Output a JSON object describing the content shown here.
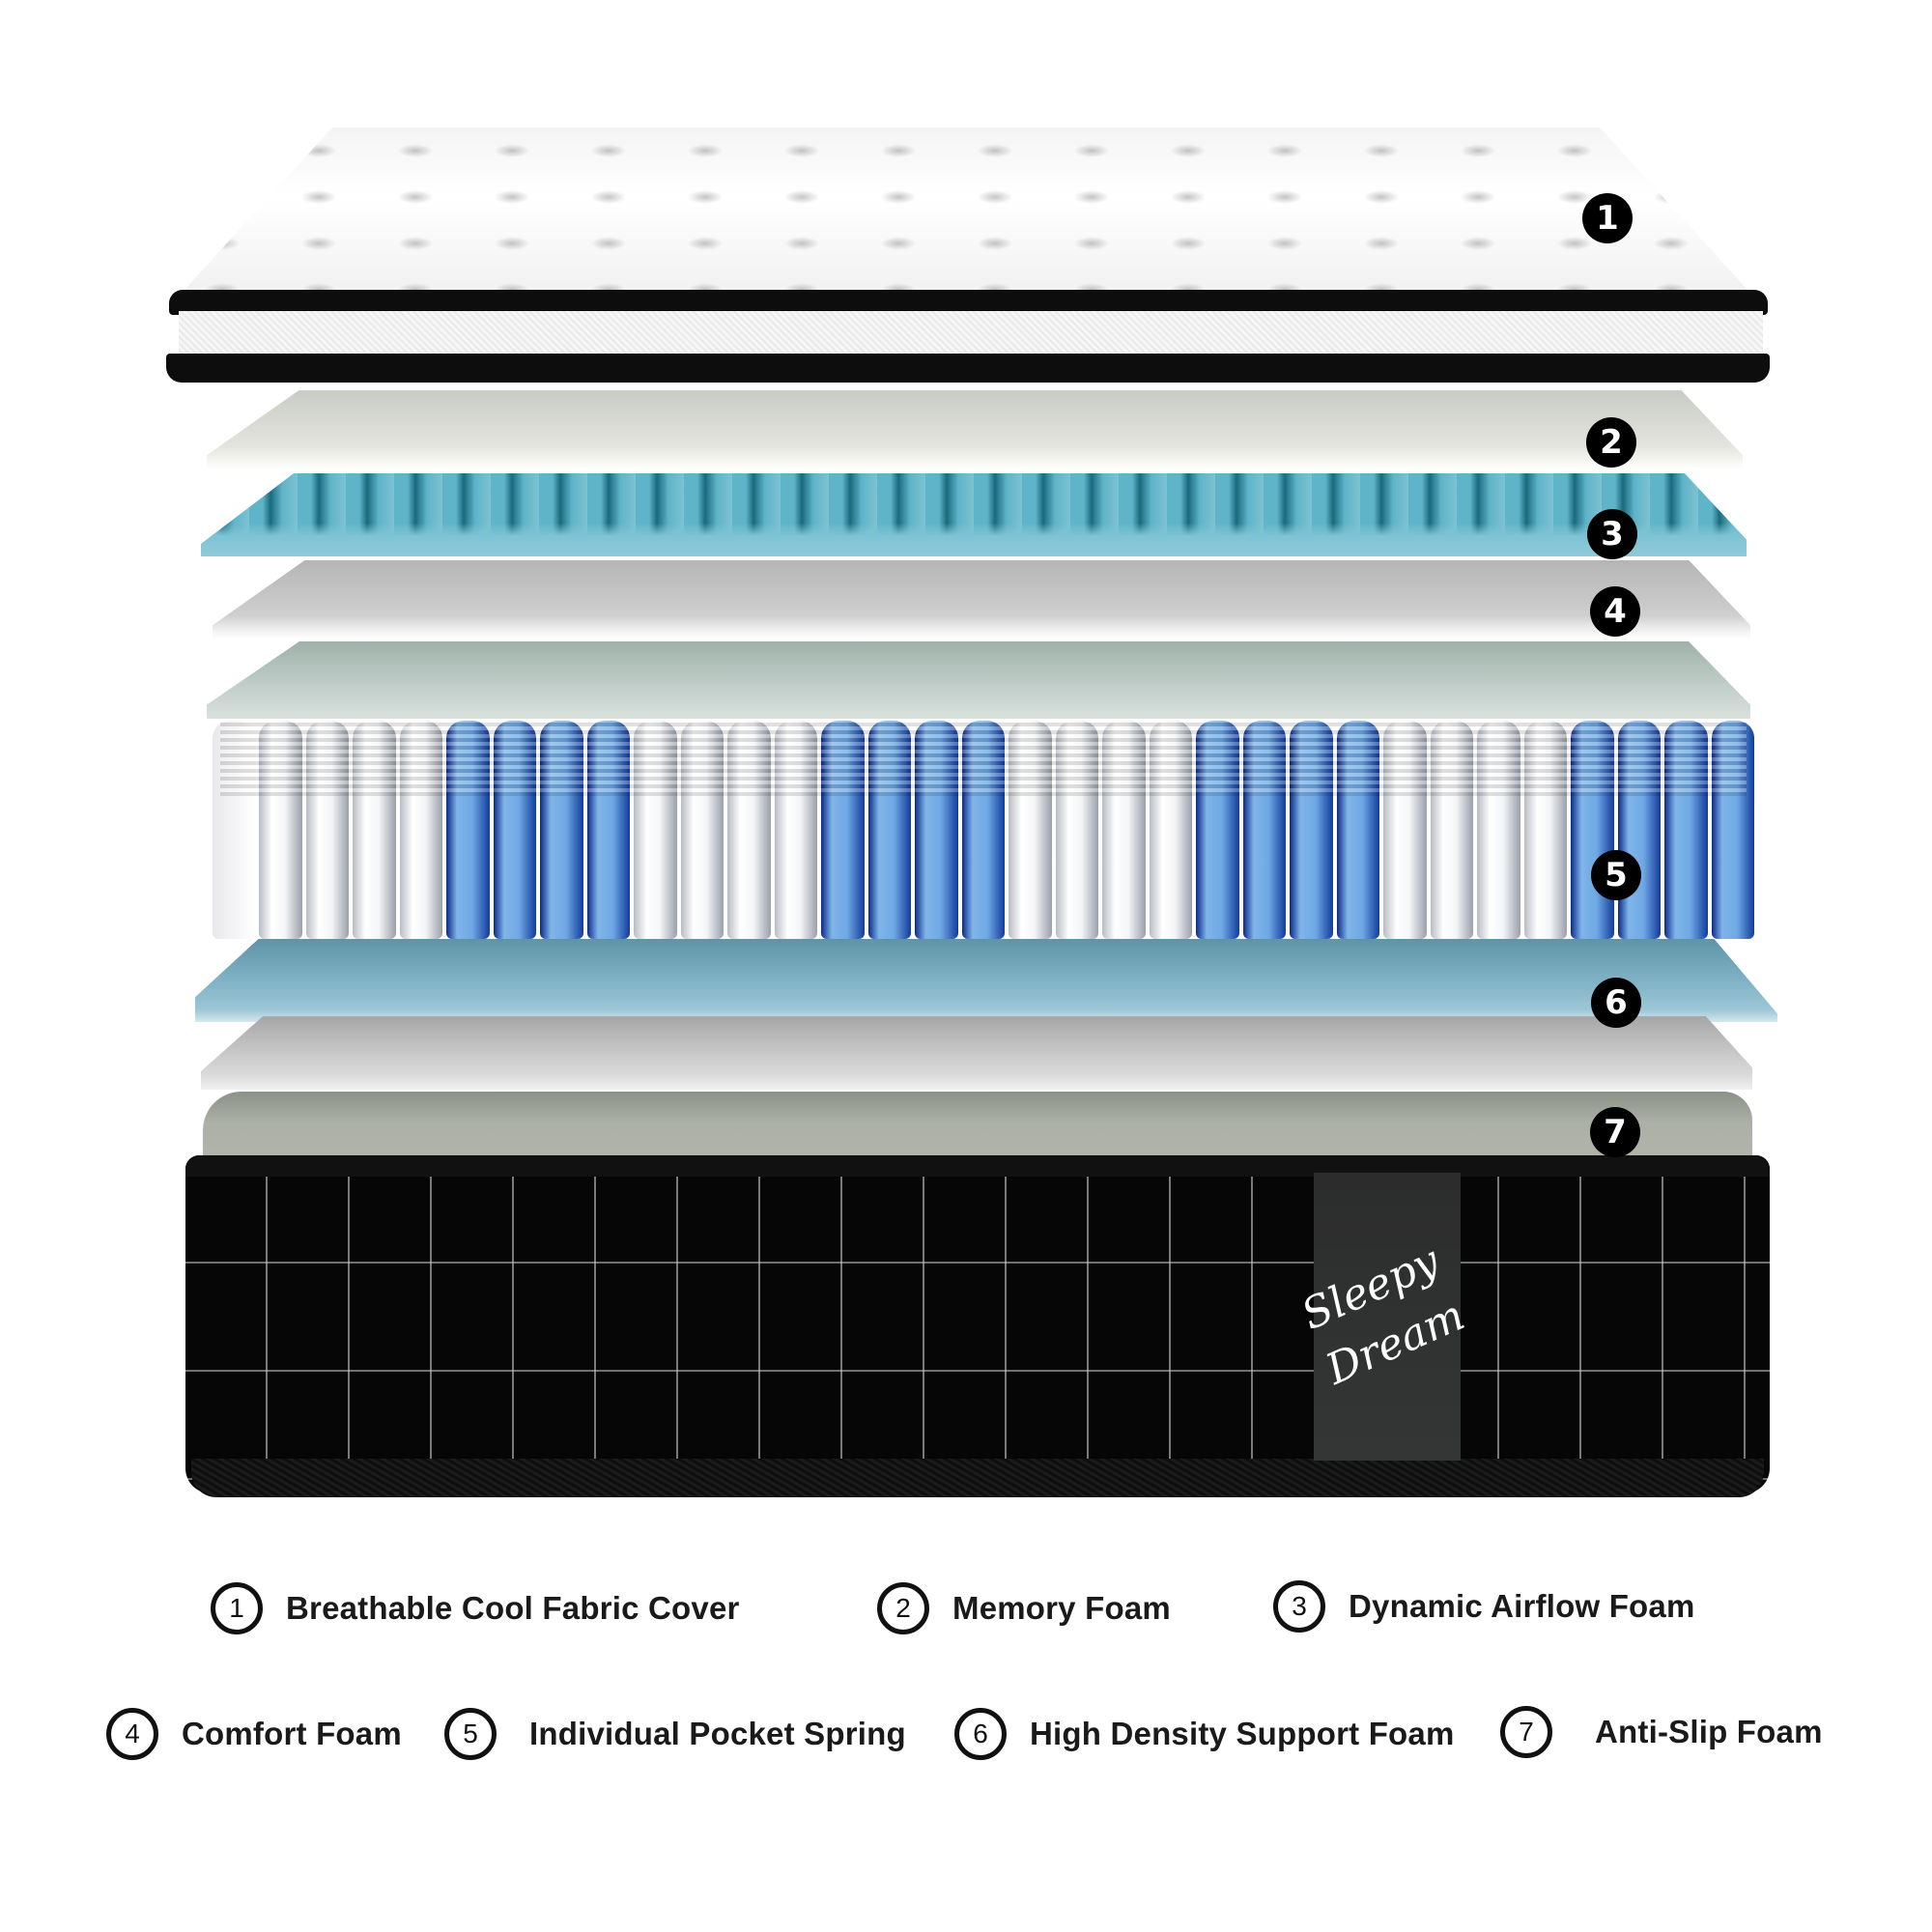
{
  "brand": {
    "line1": "Sleepy",
    "line2": "Dream"
  },
  "markers": [
    {
      "num": "1",
      "layer": "Breathable Cool Fabric Cover"
    },
    {
      "num": "2",
      "layer": "Memory Foam"
    },
    {
      "num": "3",
      "layer": "Dynamic  Airflow Foam"
    },
    {
      "num": "4",
      "layer": "Comfort Foam"
    },
    {
      "num": "5",
      "layer": "Individual Pocket Spring"
    },
    {
      "num": "6",
      "layer": "High Density Support Foam"
    },
    {
      "num": "7",
      "layer": "Anti-Slip Foam"
    }
  ],
  "legend": {
    "row1": [
      {
        "num": "1",
        "label": "Breathable Cool Fabric Cover"
      },
      {
        "num": "2",
        "label": "Memory Foam"
      },
      {
        "num": "3",
        "label": "Dynamic  Airflow Foam"
      }
    ],
    "row2": [
      {
        "num": "4",
        "label": "Comfort Foam"
      },
      {
        "num": "5",
        "label": "Individual Pocket Spring"
      },
      {
        "num": "6",
        "label": "High Density Support Foam"
      },
      {
        "num": "7",
        "label": "Anti-Slip Foam"
      }
    ]
  },
  "spring_pattern": [
    "white",
    "white",
    "white",
    "white",
    "blue",
    "blue",
    "blue",
    "blue",
    "white",
    "white",
    "white",
    "white",
    "blue",
    "blue",
    "blue",
    "blue",
    "white",
    "white",
    "white",
    "white",
    "blue",
    "blue",
    "blue",
    "blue",
    "white",
    "white",
    "white",
    "white",
    "blue",
    "blue",
    "blue",
    "blue"
  ],
  "colors": {
    "marker_bg": "#000000",
    "spring_blue": "#6ea8e4",
    "spring_white": "#f4f5f7",
    "airflow_foam": "#5fb4c8",
    "support_foam": "#7fb2c4",
    "base_fabric": "#060606",
    "brand_panel": "#303232"
  }
}
